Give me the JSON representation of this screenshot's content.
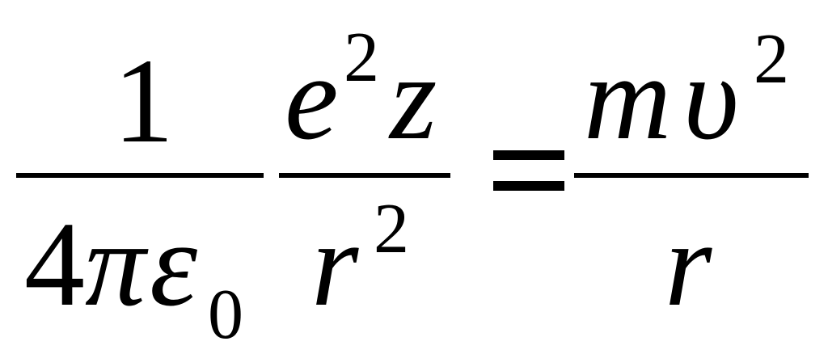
{
  "equation": {
    "term1": {
      "numerator": "1",
      "coefficient": "4",
      "pi": "π",
      "epsilon": "ε",
      "epsilon_subscript": "0"
    },
    "term2": {
      "base_e": "e",
      "e_exponent": "2",
      "z": "z",
      "denominator_r": "r",
      "r_exponent": "2"
    },
    "rhs": {
      "m": "m",
      "v": "υ",
      "v_exponent": "2",
      "denominator_r": "r"
    }
  }
}
